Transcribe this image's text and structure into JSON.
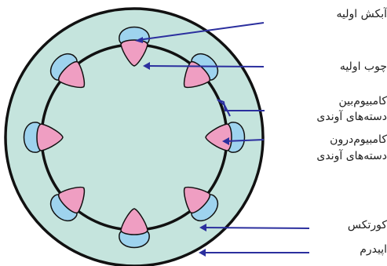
{
  "colors": {
    "cortex_fill": "#c5e4dd",
    "primary_phloem_fill": "#9ed3ee",
    "primary_xylem_fill": "#ef9ec2",
    "outline": "#111111",
    "pointer_line": "#2b2f9e"
  },
  "labels": {
    "primary_phloem": "آبکش اولیه",
    "primary_xylem": "چوب اولیه",
    "interfascicular_cambium_line1": "کامبیوم‌بین",
    "interfascicular_cambium_line2": "دسته‌های آوندی",
    "fascicular_cambium_line1": "کامبیوم‌درون",
    "fascicular_cambium_line2": "دسته‌های آوندی",
    "cortex": "کورتکس",
    "epidermis": "اپیدرم"
  },
  "vascular_bundle_count": 8
}
